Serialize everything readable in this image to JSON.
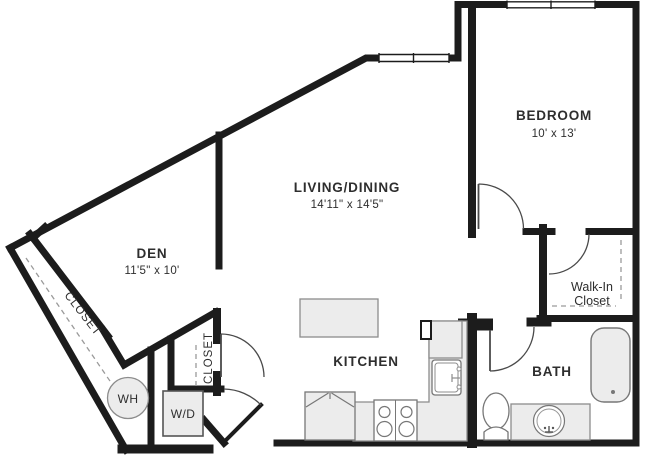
{
  "plan": {
    "rooms": {
      "bedroom": {
        "label": "BEDROOM",
        "dims": "10' x 13'"
      },
      "living_dining": {
        "label": "LIVING/DINING",
        "dims": "14'11\" x 14'5\""
      },
      "den": {
        "label": "DEN",
        "dims": "11'5\" x 10'"
      },
      "kitchen": {
        "label": "KITCHEN"
      },
      "bath": {
        "label": "BATH"
      },
      "walk_in_closet": {
        "line1": "Walk-In",
        "line2": "Closet"
      }
    },
    "fixtures": {
      "den_closet": "CLOSET",
      "hall_closet": "CLOSET",
      "washer_dryer": "W/D",
      "water_heater": "WH"
    },
    "colors": {
      "wall": "#1c1c1c",
      "door_swing": "#4a4a4a",
      "dashed": "#9a9a9a",
      "text": "#2e2e2e",
      "fixture_fill": "#ececec",
      "fixture_stroke": "#8c8c8c",
      "background": "#ffffff"
    }
  }
}
